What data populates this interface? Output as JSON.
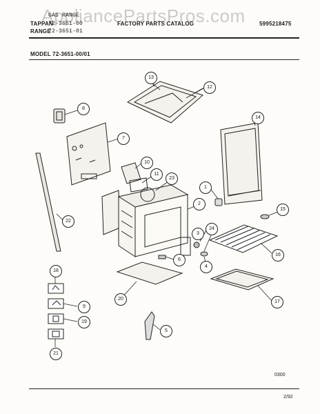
{
  "header": {
    "line1_left": "TAPPAN",
    "line2_left": "RANGE",
    "gas_range": "GAS RANGE",
    "model_a": "72-3651-00",
    "model_b": "72-3651-01",
    "catalog": "FACTORY PARTS CATALOG",
    "part_number": "5995218475",
    "watermark": "AppliancePartsPros.com"
  },
  "model_label": "MODEL 72-3651-00/01",
  "callouts": [
    "1",
    "2",
    "3",
    "4",
    "5",
    "6",
    "7",
    "8",
    "9",
    "10",
    "11",
    "12",
    "13",
    "14",
    "15",
    "16",
    "17",
    "18",
    "19",
    "20",
    "21",
    "22",
    "23",
    "24"
  ],
  "footer": {
    "drawing_code": "0300",
    "date": "2/92"
  }
}
